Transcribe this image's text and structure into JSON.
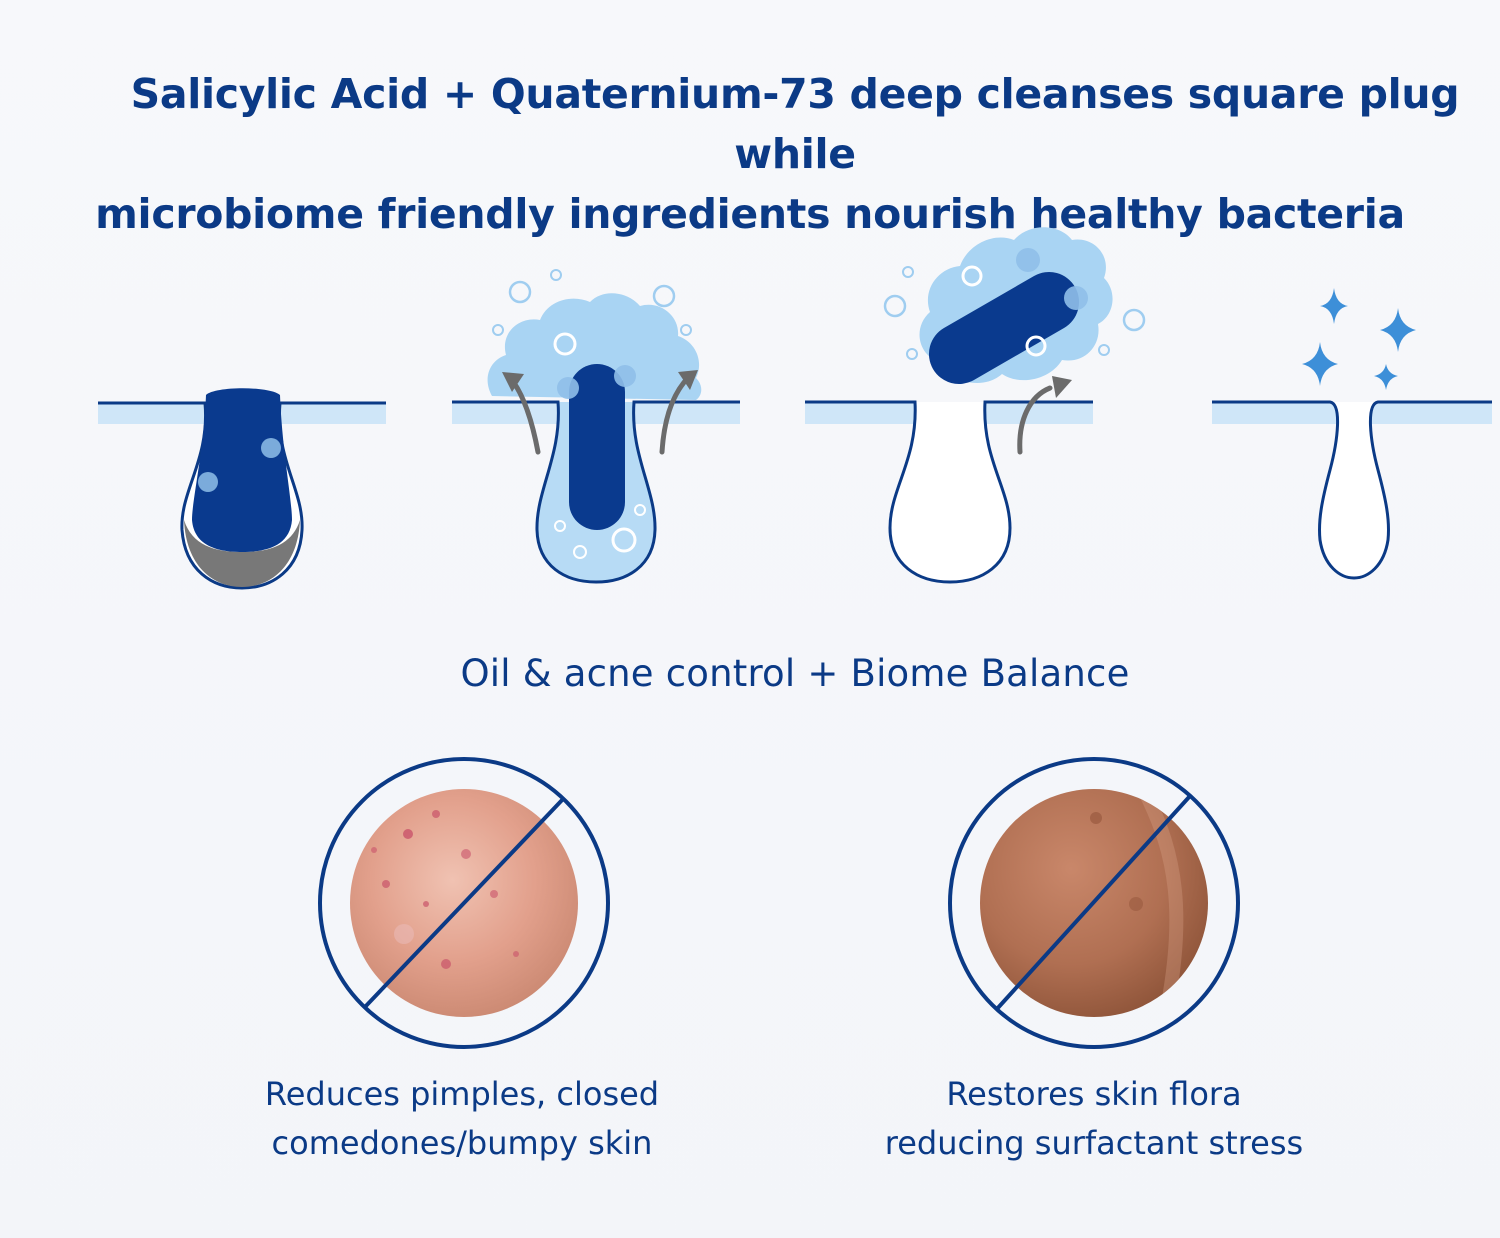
{
  "headline": {
    "line1": "Salicylic Acid + Quaternium-73 deep cleanses square plug while",
    "line2": "microbiome friendly ingredients nourish healthy bacteria"
  },
  "subtitle": "Oil & acne control + Biome Balance",
  "stages": [
    {
      "name": "clogged-pore"
    },
    {
      "name": "foaming-cleanse"
    },
    {
      "name": "plug-lifted-out"
    },
    {
      "name": "clean-pore"
    }
  ],
  "benefits": [
    {
      "line1": "Reduces pimples, closed",
      "line2": "comedones/bumpy skin",
      "icon": "no-acne-skin-icon"
    },
    {
      "line1": "Restores skin flora",
      "line2": "reducing surfactant stress",
      "icon": "no-dry-skin-icon"
    }
  ],
  "colors": {
    "navy": "#0b3a86",
    "plug": "#0a3a8e",
    "foam": "#a9d4f3",
    "skin_band": "#cfe6f8",
    "sparkle": "#3d8fd8",
    "sebum": "#7a7a7a"
  }
}
